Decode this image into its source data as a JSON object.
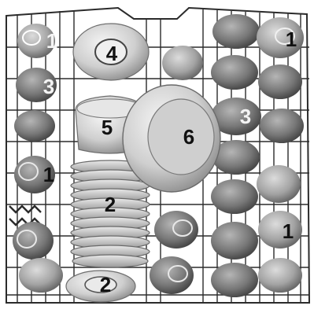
{
  "labels": {
    "cups_top_left": "1",
    "cups_left_mid": "3",
    "cups_left_lower": "1",
    "bowl_top": "4",
    "bowl_stack": "5",
    "plates_stack": "2",
    "saucer_bottom": "2",
    "large_plate": "6",
    "glasses_right": "3",
    "cups_top_right": "1",
    "cups_right_lower": "1"
  },
  "colors": {
    "rack_wire": "#2b2b2b",
    "item_light": "#d9d9d9",
    "item_mid": "#9a9a9a",
    "item_dark": "#5a5a5a",
    "background": "#ffffff"
  }
}
